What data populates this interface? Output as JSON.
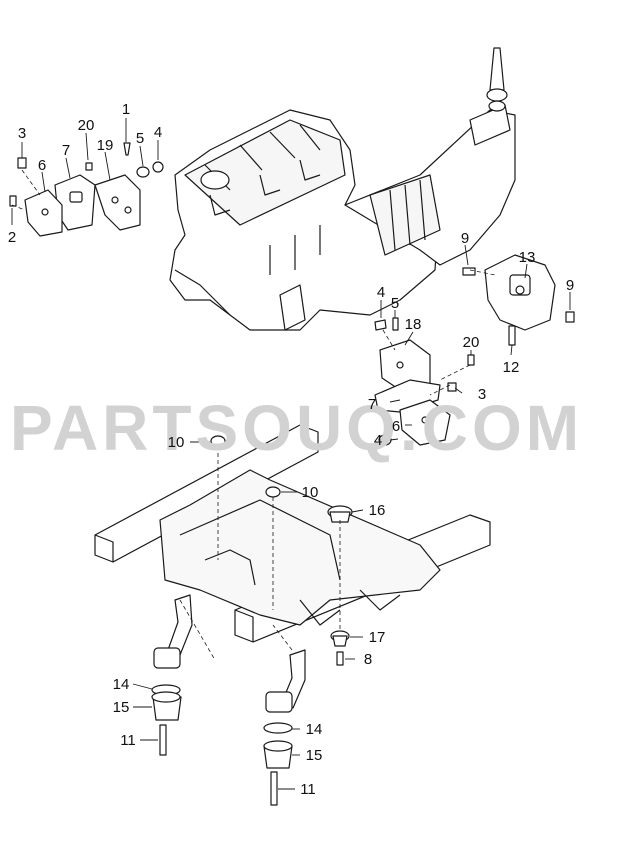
{
  "watermark": "PARTSOUQ.COM",
  "callouts": [
    "3",
    "6",
    "7",
    "20",
    "1",
    "5",
    "4",
    "19",
    "2",
    "9",
    "13",
    "9",
    "12",
    "4",
    "5",
    "18",
    "20",
    "3",
    "7",
    "6",
    "4",
    "10",
    "10",
    "16",
    "17",
    "8",
    "14",
    "15",
    "11",
    "14",
    "15",
    "11"
  ],
  "colors": {
    "line": "#1a1a1a",
    "part_fill": "#ffffff",
    "watermark": "#d2d2d2"
  }
}
